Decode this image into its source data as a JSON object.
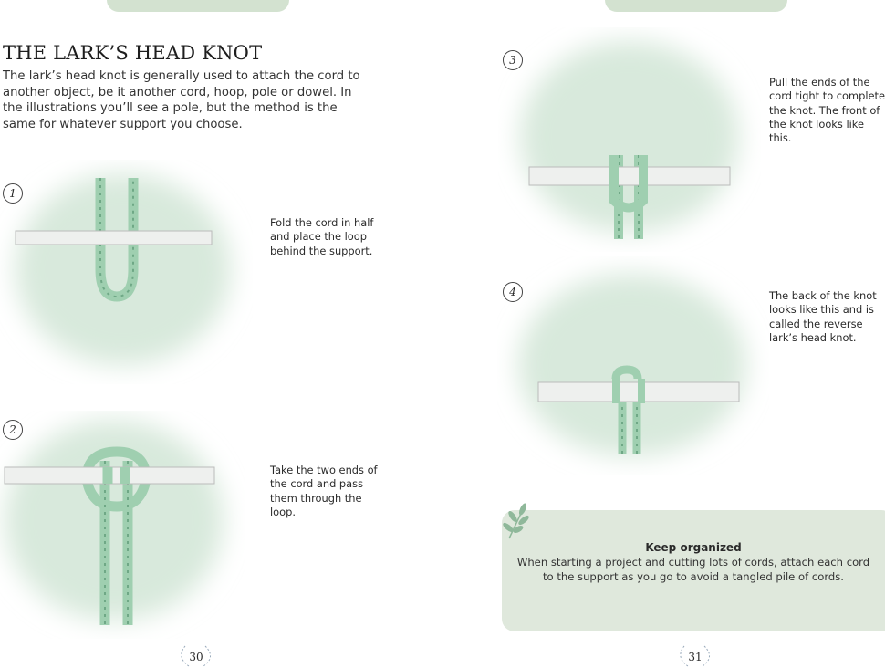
{
  "left_page": {
    "title": "THE LARK’S HEAD KNOT",
    "intro": "The lark’s head knot is generally used to attach the cord to another object, be it another cord, hoop, pole or dowel. In the illustrations you’ll see a pole, but the method is the same for whatever support you choose.",
    "steps": [
      {
        "number": "1",
        "text": "Fold the cord in half and place the loop behind the support."
      },
      {
        "number": "2",
        "text": "Take the two ends of the cord and pass them through the loop."
      }
    ],
    "page_number": "30"
  },
  "right_page": {
    "steps": [
      {
        "number": "3",
        "text": "Pull the ends of the cord tight to complete the knot. The front of the knot looks like this."
      },
      {
        "number": "4",
        "text": "The back of the knot looks like this and is called the reverse lark’s head knot."
      }
    ],
    "tip": {
      "title": "Keep organized",
      "body": "When starting a project and cutting lots of cords, attach each cord to the support as you go to avoid a tangled pile of cords."
    },
    "page_number": "31"
  },
  "colors": {
    "accent_green": "#d3e2d0",
    "rope": "#9fcfb0",
    "tip_background": "#dfe8dc"
  }
}
